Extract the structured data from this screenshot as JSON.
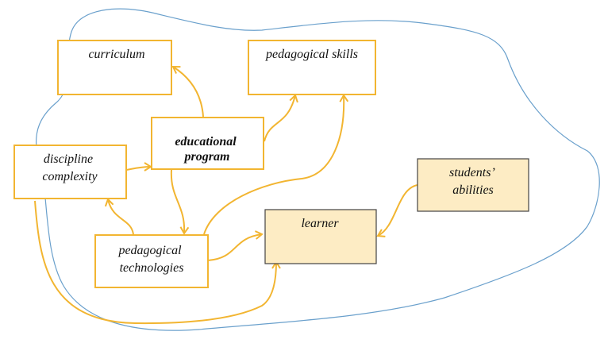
{
  "nodes": {
    "curriculum": {
      "lines": [
        "curriculum"
      ]
    },
    "pedagogical_skills": {
      "lines": [
        "pedagogical skills"
      ]
    },
    "educational_program": {
      "lines": [
        "educational",
        "program"
      ],
      "emphasis": "bold"
    },
    "discipline_complexity": {
      "lines": [
        "discipline",
        "complexity"
      ]
    },
    "students_abilities": {
      "lines": [
        "students’",
        "abilities"
      ],
      "fill": "#fdecc4"
    },
    "learner": {
      "lines": [
        "learner"
      ],
      "fill": "#fdecc4"
    },
    "pedagogical_technologies": {
      "lines": [
        "pedagogical",
        "technologies"
      ]
    }
  },
  "edges": [
    {
      "from": "educational_program",
      "to": "curriculum"
    },
    {
      "from": "educational_program",
      "to": "pedagogical_skills"
    },
    {
      "from": "discipline_complexity",
      "to": "educational_program"
    },
    {
      "from": "educational_program",
      "to": "pedagogical_technologies"
    },
    {
      "from": "pedagogical_technologies",
      "to": "discipline_complexity"
    },
    {
      "from": "pedagogical_technologies",
      "to": "pedagogical_skills"
    },
    {
      "from": "pedagogical_technologies",
      "to": "learner"
    },
    {
      "from": "students_abilities",
      "to": "learner"
    },
    {
      "from": "discipline_complexity",
      "to": "learner"
    }
  ],
  "colors": {
    "box_border": "#f2b531",
    "arrow": "#f2b531",
    "boundary": "#6aa0cc",
    "highlight_fill": "#fdecc4"
  }
}
